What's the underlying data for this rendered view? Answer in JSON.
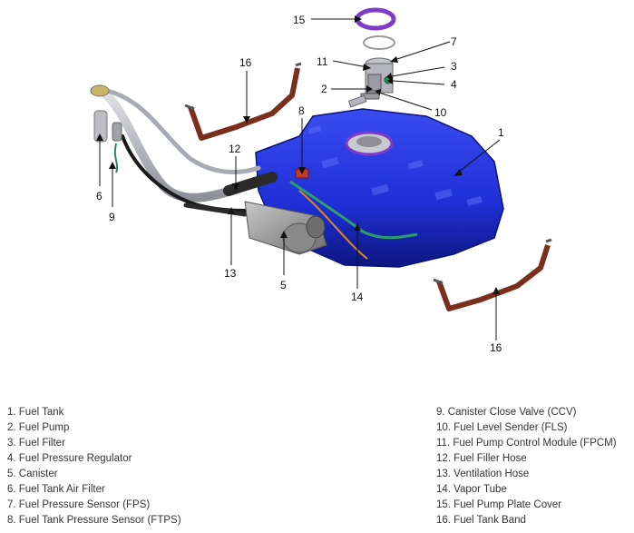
{
  "callouts": [
    "1",
    "2",
    "3",
    "4",
    "5",
    "6",
    "7",
    "8",
    "9",
    "10",
    "11",
    "12",
    "13",
    "14",
    "15",
    "16",
    "16"
  ],
  "legend": {
    "left": [
      "1. Fuel Tank",
      "2. Fuel Pump",
      "3. Fuel Filter",
      "4. Fuel Pressure Regulator",
      "5. Canister",
      "6. Fuel Tank Air Filter",
      "7. Fuel Pressure Sensor (FPS)",
      "8. Fuel Tank Pressure Sensor (FTPS)"
    ],
    "right": [
      "9. Canister Close Valve (CCV)",
      "10. Fuel Level Sender (FLS)",
      "11. Fuel Pump Control Module (FPCM)",
      "12. Fuel Filler Hose",
      "13. Ventilation Hose",
      "14. Vapor Tube",
      "15. Fuel Pump Plate Cover",
      "16. Fuel Tank Band"
    ]
  },
  "colors": {
    "tank": "#1f2fd6",
    "tank_dark": "#0d1680",
    "band": "#7a2e1c",
    "ring": "#7d3cc8",
    "canister": "#8c8c8c",
    "vapor_tube": "#2e9e6a",
    "metal": "#b9bcc2"
  }
}
